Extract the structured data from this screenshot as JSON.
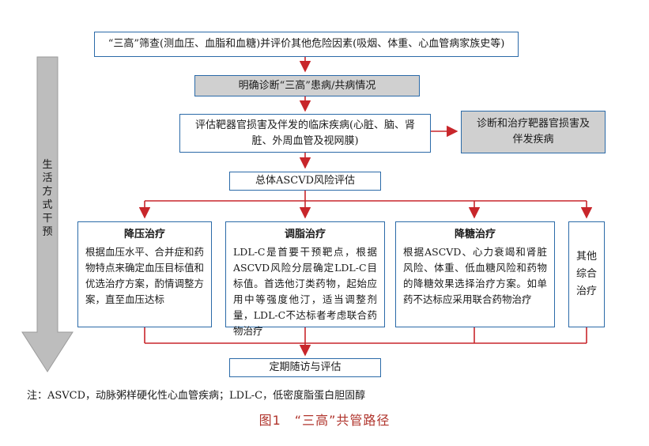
{
  "screening": "“三高”筛查(测血压、血脂和血糖)并评价其他危险因素(吸烟、体重、心血管病家族史等)",
  "diagnosis": "明确诊断“三高”患病/共病情况",
  "target_organ": "评估靶器官损害及伴发的临床疾病(心脏、脑、肾脏、外周血管及视网膜)",
  "target_organ_treat": "诊断和治疗靶器官损害及伴发疾病",
  "ascvd_assess": "总体ASCVD风险评估",
  "bp": {
    "title": "降压治疗",
    "body": "根据血压水平、合并症和药物特点来确定血压目标值和优选治疗方案，酌情调整方案，直至血压达标"
  },
  "lipid": {
    "title": "调脂治疗",
    "body": "LDL-C是首要干预靶点，根据ASCVD风险分层确定LDL-C目标值。首选他汀类药物，起始应用中等强度他汀，适当调整剂量，LDL-C不达标者考虑联合药物治疗"
  },
  "glucose": {
    "title": "降糖治疗",
    "body": "根据ASCVD、心力衰竭和肾脏风险、体重、低血糖风险和药物的降糖效果选择治疗方案。如单药不达标应采用联合药物治疗"
  },
  "other": "其他综合治疗",
  "followup": "定期随访与评估",
  "lifestyle": "生活方式干预",
  "note": "注：ASVCD，动脉粥样硬化性心血管疾病；LDL-C，低密度脂蛋白胆固醇",
  "caption": "图1　“三高”共管路径",
  "colors": {
    "box_border": "#2b6aa8",
    "arrow": "#c8262b",
    "gray_fill": "#d0d0d0",
    "caption": "#b0342c",
    "side_arrow": "#b9b9b9"
  }
}
